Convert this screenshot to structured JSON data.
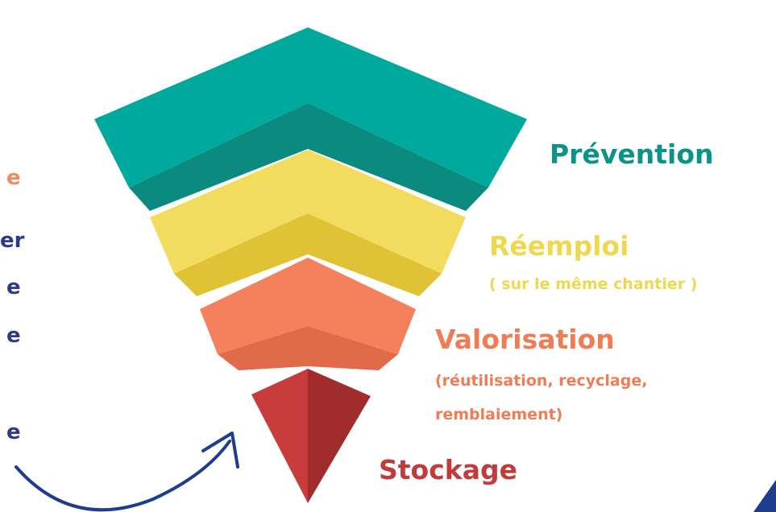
{
  "partial_left_text": [
    "e",
    "er",
    "e",
    "e",
    "e"
  ],
  "tiers": [
    {
      "label": "Prévention",
      "colors": {
        "top": "#00a99d",
        "front": "#0b8a80"
      }
    },
    {
      "label": "Réemploi",
      "sublabel": "( sur le même chantier )",
      "colors": {
        "top": "#f2dc5d",
        "front": "#e0c235"
      }
    },
    {
      "label": "Valorisation",
      "sublabel_lines": [
        "(réutilisation, recyclage,",
        "remblaiement)"
      ],
      "colors": {
        "top": "#f4815c",
        "front": "#e06a4a"
      }
    },
    {
      "label": "Stockage",
      "colors": {
        "left": "#c83c3c",
        "right": "#a12c2c"
      }
    }
  ],
  "arrow_color": "#1f3d8f",
  "accent_color": "#1f3d8f"
}
